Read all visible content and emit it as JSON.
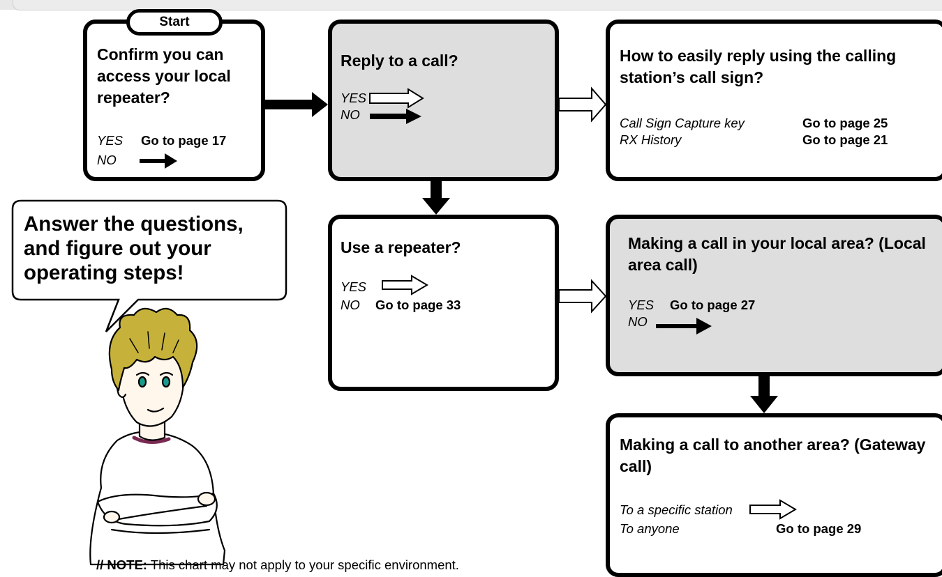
{
  "start": {
    "label": "Start"
  },
  "box1": {
    "question": "Confirm you can access your local repeater?",
    "yes_label": "YES",
    "yes_goto": "Go to page 17",
    "no_label": "NO"
  },
  "box2": {
    "question": "Reply to a call?",
    "yes_label": "YES",
    "no_label": "NO"
  },
  "box3": {
    "question": "How to easily reply using the calling station’s call sign?",
    "option1_label": "Call Sign Capture key",
    "option1_goto": "Go to page 25",
    "option2_label": "RX History",
    "option2_goto": "Go to page 21"
  },
  "box4": {
    "question": "Use a repeater?",
    "yes_label": "YES",
    "no_label": "NO",
    "no_goto": "Go to page 33"
  },
  "box5": {
    "question": "Making a call in your local area? (Local area call)",
    "yes_label": "YES",
    "yes_goto": "Go to page 27",
    "no_label": "NO"
  },
  "box6": {
    "question": "Making a call to another area? (Gateway call)",
    "option1_label": "To a specific station",
    "option2_label": "To anyone",
    "option2_goto": "Go to page 29"
  },
  "bubble": {
    "text": "Answer the questions, and figure out your operating steps!"
  },
  "note": {
    "prefix": "NOTE:",
    "text": "This chart may not apply to your specific environment."
  }
}
